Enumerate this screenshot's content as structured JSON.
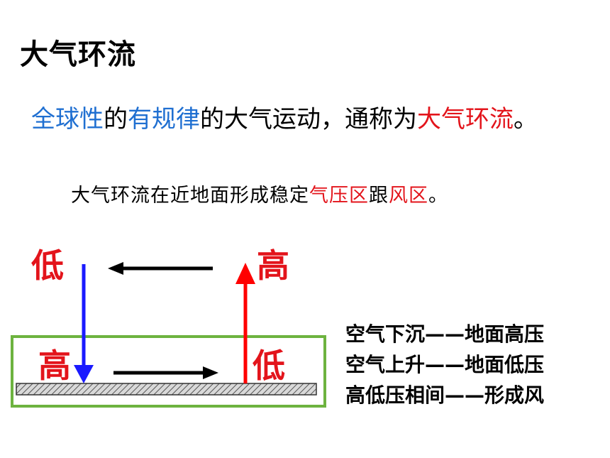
{
  "title": "大气环流",
  "definition": {
    "part1": "全球性",
    "part2": "的",
    "part3": "有规律",
    "part4": "的大气运动，通称为",
    "part5": "大气环流",
    "part6": "。"
  },
  "subline": {
    "part1": "大气环流在近地面形成稳定",
    "part2": "气压区",
    "part3": "跟",
    "part4": "风区",
    "part5": "。"
  },
  "diagram": {
    "upper_left_label": "低",
    "upper_right_label": "高",
    "lower_left_label": "高",
    "lower_right_label": "低"
  },
  "notes": [
    "空气下沉——地面高压",
    "空气上升——地面低压",
    "高低压相间——形成风"
  ],
  "colors": {
    "blue_text": "#1f6fd1",
    "red_text": "#e3141b",
    "descending_arrow": "#1a1aff",
    "ascending_arrow": "#ff0000",
    "box_border": "#6db33f"
  }
}
